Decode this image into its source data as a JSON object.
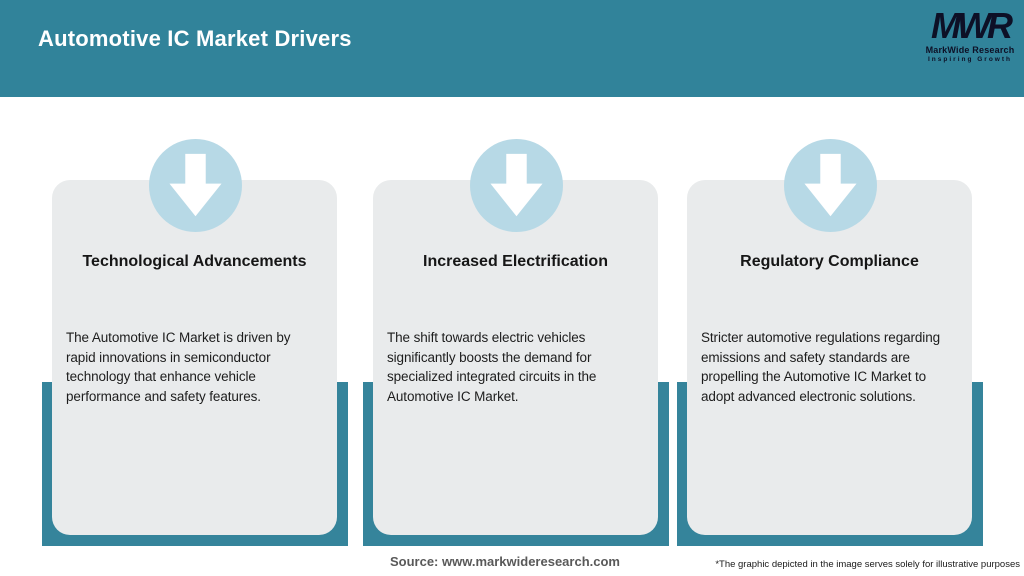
{
  "header": {
    "title": "Automotive IC Market Drivers",
    "logo": {
      "monogram": "MWR",
      "name": "MarkWide Research",
      "tagline": "Inspiring Growth"
    }
  },
  "cards": [
    {
      "icon": "down-arrow-icon",
      "title": "Technological Advancements",
      "description": "The Automotive IC Market is driven by rapid innovations in semiconductor technology that enhance vehicle performance and safety features."
    },
    {
      "icon": "down-arrow-icon",
      "title": "Increased Electrification",
      "description": "The shift towards electric vehicles significantly boosts the demand for specialized integrated circuits in the Automotive IC Market."
    },
    {
      "icon": "down-arrow-icon",
      "title": "Regulatory Compliance",
      "description": "Stricter automotive regulations regarding emissions and safety standards are propelling the Automotive IC Market to adopt advanced electronic solutions."
    }
  ],
  "footer": {
    "source": "Source: www.markwideresearch.com",
    "disclaimer": "*The graphic depicted in the image serves solely for illustrative purposes"
  },
  "colors": {
    "header_teal": "#31839a",
    "tray_teal": "#35849b",
    "circle_blue": "#b7d9e6",
    "card_gray": "#e9ebec",
    "logo_dark": "#0d1026"
  }
}
